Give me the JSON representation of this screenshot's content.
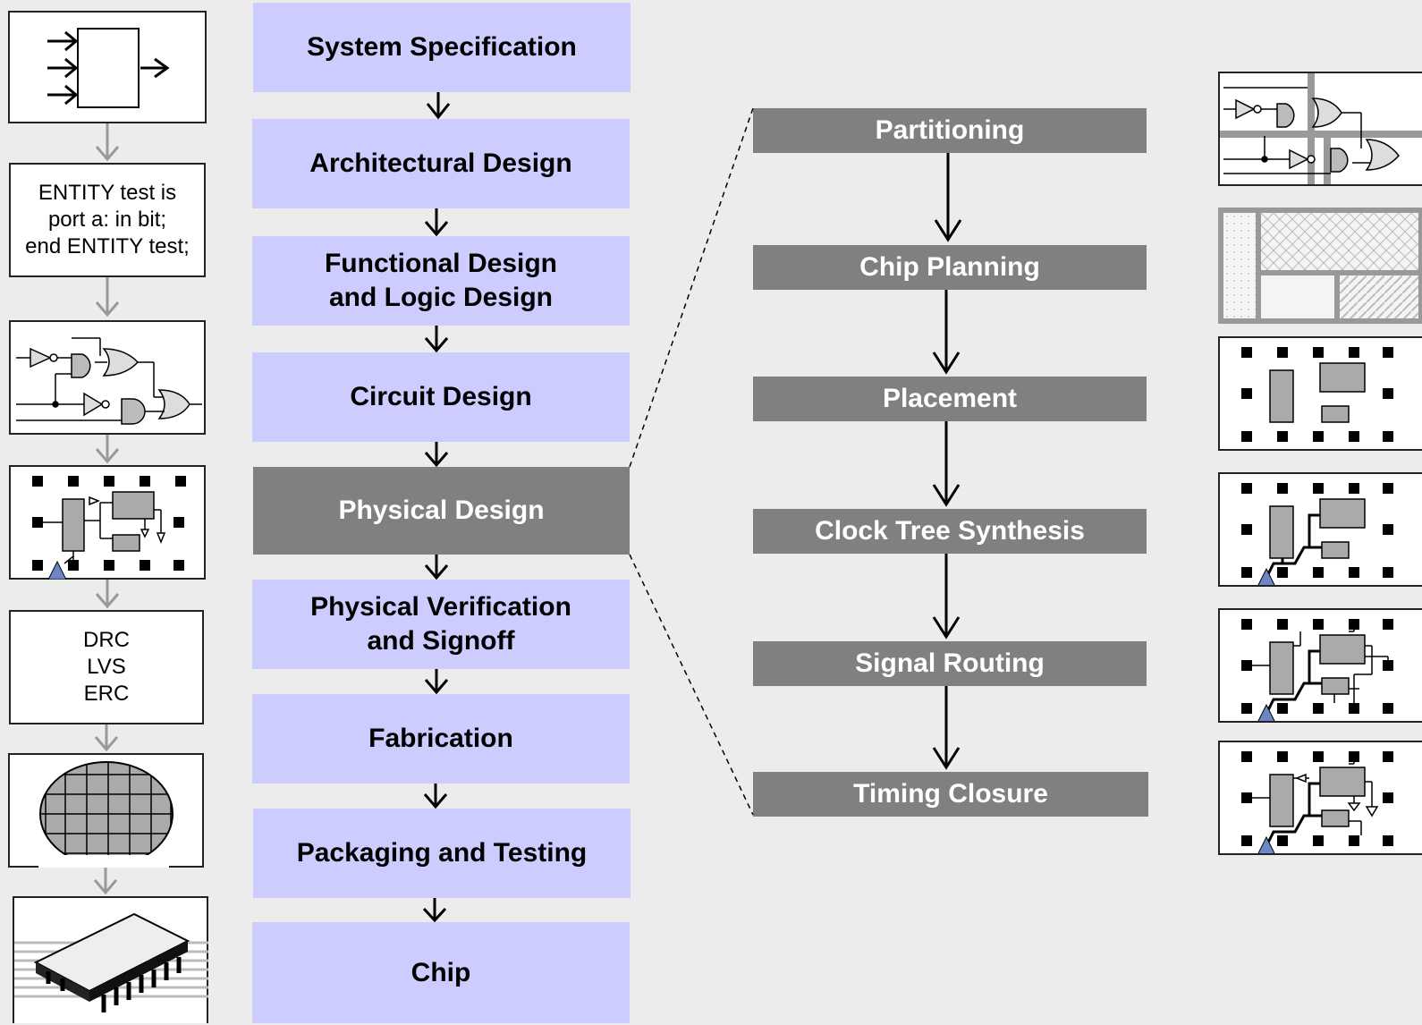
{
  "left_column": {
    "hdl_text": "ENTITY test is\nport a: in bit;\nend ENTITY test;",
    "verification_text": "DRC\nLVS\nERC"
  },
  "flow_steps": [
    {
      "label": "System Specification"
    },
    {
      "label": "Architectural Design"
    },
    {
      "label": "Functional Design\nand Logic Design"
    },
    {
      "label": "Circuit Design"
    },
    {
      "label": "Physical Design"
    },
    {
      "label": "Physical Verification\nand Signoff"
    },
    {
      "label": "Fabrication"
    },
    {
      "label": "Packaging and Testing"
    },
    {
      "label": "Chip"
    }
  ],
  "physical_design_steps": [
    {
      "label": "Partitioning"
    },
    {
      "label": "Chip Planning"
    },
    {
      "label": "Placement"
    },
    {
      "label": "Clock Tree Synthesis"
    },
    {
      "label": "Signal Routing"
    },
    {
      "label": "Timing Closure"
    }
  ],
  "colors": {
    "step_fill": "#ccccff",
    "active_fill": "#808080",
    "background": "#ececec",
    "clock_triangle": "#6f86c6"
  }
}
